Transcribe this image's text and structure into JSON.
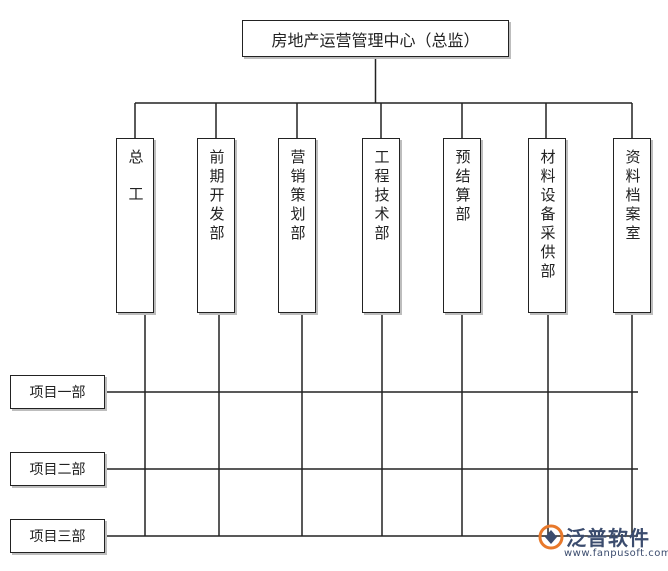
{
  "top": {
    "label": "房地产运营管理中心（总监）"
  },
  "departments": [
    {
      "label": "总工"
    },
    {
      "label": "前期开发部"
    },
    {
      "label": "营销策划部"
    },
    {
      "label": "工程技术部"
    },
    {
      "label": "预结算部"
    },
    {
      "label": "材料设备采供部"
    },
    {
      "label": "资料档案室"
    }
  ],
  "projects": [
    {
      "label": "项目一部"
    },
    {
      "label": "项目二部"
    },
    {
      "label": "项目三部"
    }
  ],
  "watermark": {
    "brand": "泛普软件",
    "url": "www.fanpusoft.com",
    "icon": "fanpu-logo-icon"
  }
}
